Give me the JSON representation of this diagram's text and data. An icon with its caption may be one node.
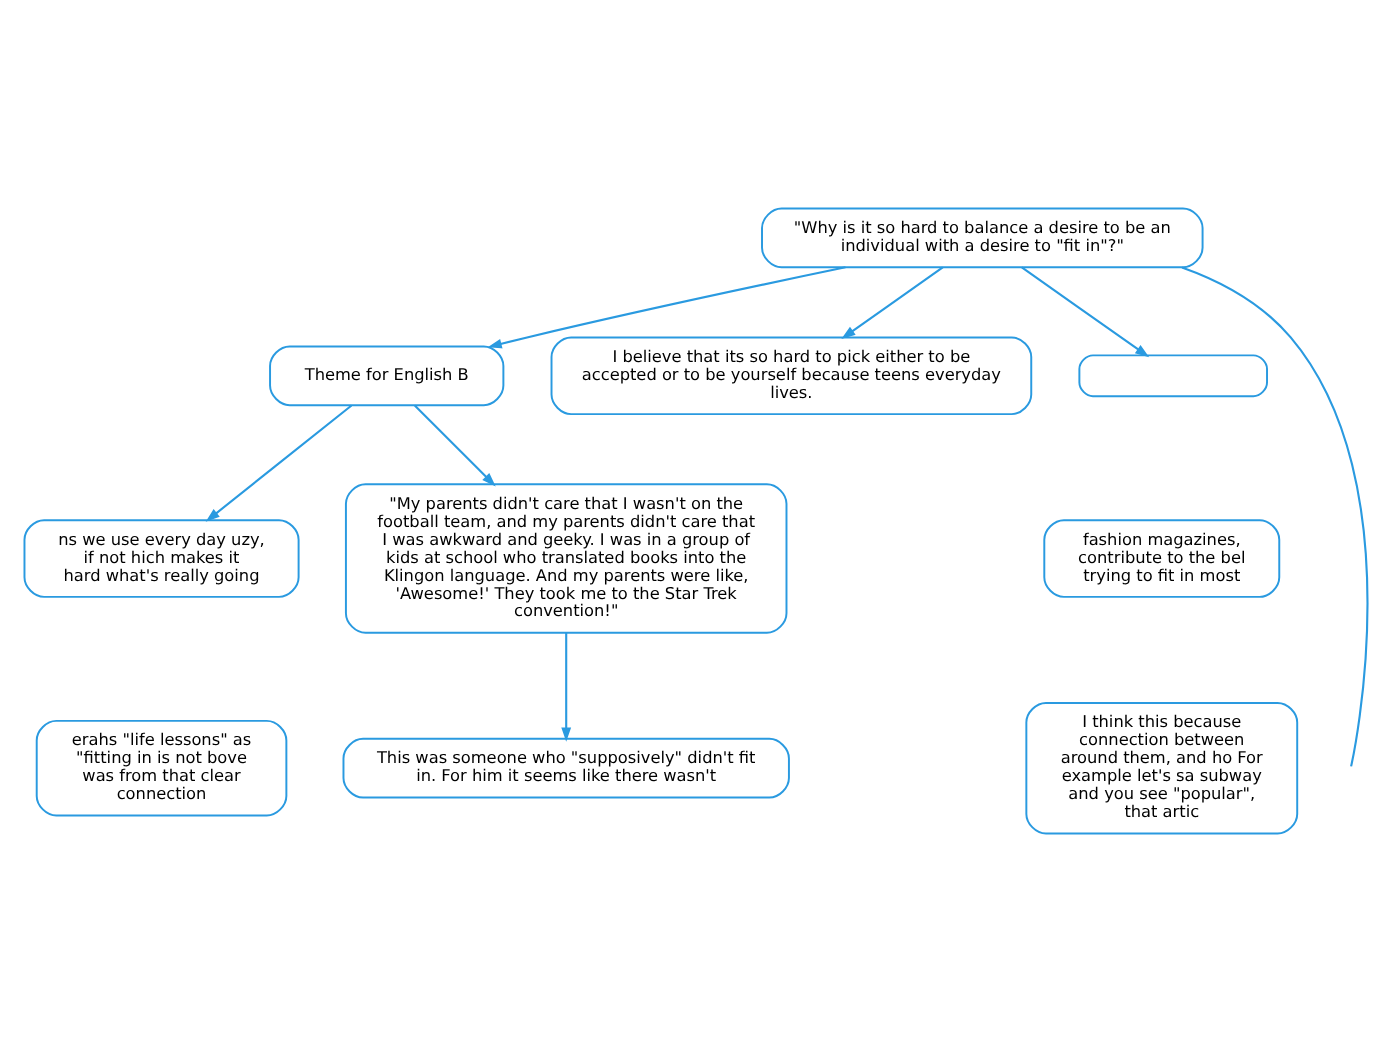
{
  "diagram": {
    "nodes": [
      {
        "text": [
          "\"Why is it so hard to balance a desire to be an individual with a desire to \"fit in\"?\""
        ]
      },
      {
        "text": [
          "Theme for English B"
        ]
      },
      {
        "text": [
          "I believe that its so hard to pick either to be accepted or to be yourself because teens everyday lives."
        ]
      },
      {
        "text": [],
        "shape": "box"
      },
      {
        "text": [
          "ns we use every day uzy, if not hich makes it hard what's really going"
        ]
      },
      {
        "text": [
          "\"My parents didn't care that I wasn't on the football team, and my parents didn't care that I was awkward and geeky. I was in a group of kids at school who translated books into the Klingon language. And my parents were like, 'Awesome!' They took me to the Star Trek convention!\""
        ]
      },
      {
        "text": [
          "erahs \"life lessons\" as \"fitting in is not bove was from that clear connection"
        ]
      },
      {
        "text": [
          "This was someone who \"supposively\" didn't fit in. For him it seems like there wasn't"
        ]
      },
      {
        "text": [
          "fashion magazines, contribute to the bel trying to fit in most"
        ]
      },
      {
        "text": [
          "I think this because connection between around them, and ho For example let's sa subway and you see \"popular\", that artic"
        ]
      }
    ],
    "edges": [
      {
        "from": 0,
        "to": 1,
        "arrow": "to"
      },
      {
        "from": 0,
        "to": null,
        "arrow": "none"
      },
      {
        "from": 0,
        "to": 2,
        "arrow": "to"
      },
      {
        "from": 0,
        "to": 3,
        "arrow": "to"
      },
      {
        "from": 1,
        "to": 4,
        "arrow": "to"
      },
      {
        "from": 1,
        "to": 5,
        "arrow": "to"
      },
      {
        "from": 5,
        "to": 7,
        "arrow": "to"
      }
    ]
  }
}
